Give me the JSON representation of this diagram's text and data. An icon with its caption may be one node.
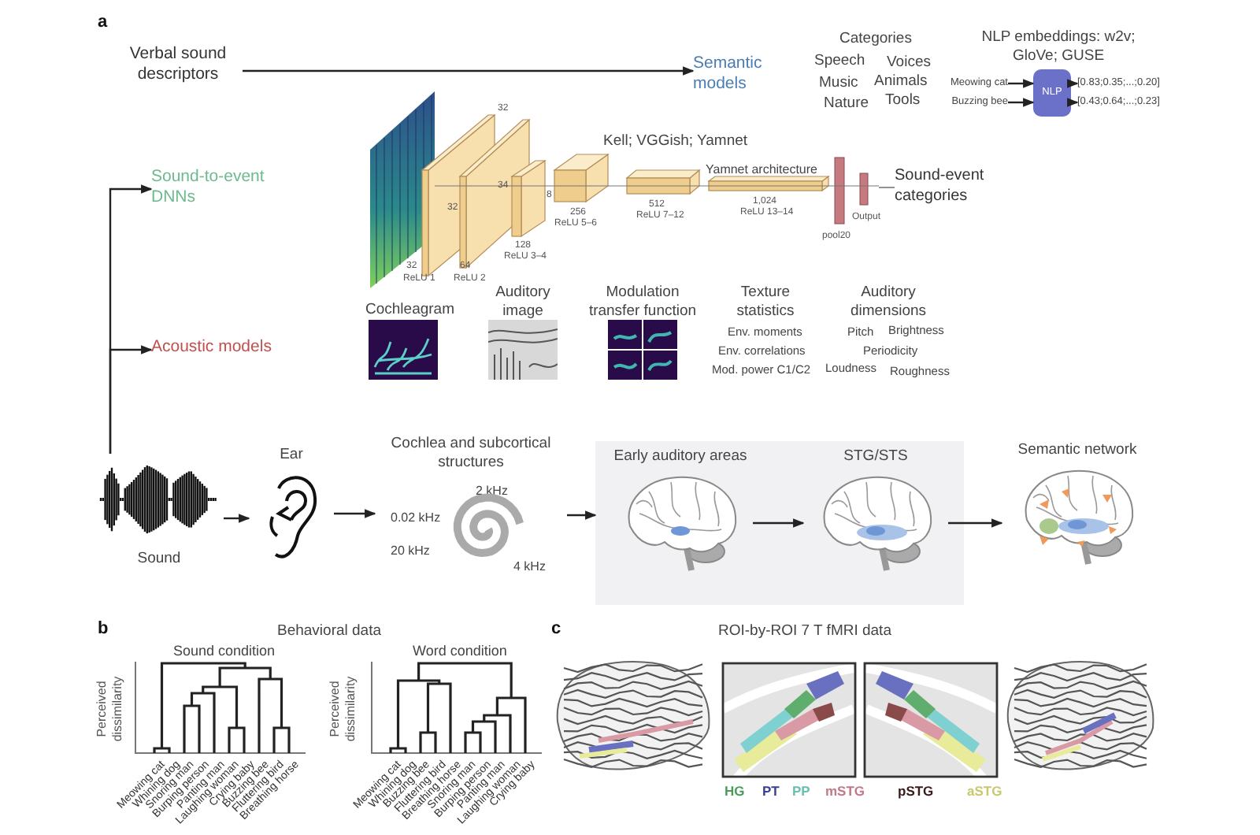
{
  "diagram": {
    "nodes": [
      {
        "text": [
          "Verbal sound descriptors"
        ]
      },
      {
        "text": [
          "Semantic models"
        ]
      },
      {
        "text": [
          "Meowing cat"
        ]
      },
      {
        "text": [
          "Buzzing bee"
        ]
      },
      {
        "text": [
          "NLP"
        ]
      },
      {
        "text": [
          "[0.83;0.35;...;0.20]"
        ]
      },
      {
        "text": [
          "[0.43;0.64;...;0.23]"
        ]
      },
      {
        "text": [
          "Sound-to-event DNNs"
        ]
      },
      {
        "text": [],
        "shape": "picture"
      },
      {
        "text": [
          "Sound-event categories"
        ]
      },
      {
        "text": [
          "Acoustic models"
        ]
      },
      {
        "text": [
          "Sound"
        ]
      },
      {
        "text": [
          "Ear"
        ]
      },
      {
        "text": [
          "Cochlea and subcortical structures",
          "2 kHz",
          "0.02 kHz",
          "20 kHz",
          "4 kHz"
        ]
      },
      {
        "text": [],
        "shape": "box"
      },
      {
        "text": [
          "Early auditory areas"
        ],
        "in": 14
      },
      {
        "text": [
          "STG/STS"
        ],
        "in": 14
      },
      {
        "text": [
          "Semantic network"
        ]
      }
    ],
    "edges": [
      {
        "from": 0,
        "to": 1,
        "arrow": "to"
      },
      {
        "from": 2,
        "to": 4,
        "arrow": "to"
      },
      {
        "from": 3,
        "to": 4,
        "arrow": "to"
      },
      {
        "from": 4,
        "to": 5,
        "arrow": "to"
      },
      {
        "from": 4,
        "to": 6,
        "arrow": "to"
      },
      {
        "from": 8,
        "to": 9,
        "arrow": "none"
      },
      {
        "from": 11,
        "to": 7,
        "arrow": "to"
      },
      {
        "from": 11,
        "to": 10,
        "arrow": "to"
      },
      {
        "from": 11,
        "to": 12,
        "arrow": "to"
      },
      {
        "from": 12,
        "to": 13,
        "arrow": "to"
      },
      {
        "from": 13,
        "to": 14,
        "arrow": "to"
      },
      {
        "from": 15,
        "to": 16,
        "arrow": "to"
      },
      {
        "from": 16,
        "to": 17,
        "arrow": "to"
      }
    ],
    "labels": [
      "a",
      "Categories",
      "Speech",
      "Voices",
      "Music",
      "Animals",
      "Nature",
      "Tools",
      "NLP embeddings: w2v; GloVe; GUSE",
      "Kell; VGGish; Yamnet",
      "Yamnet architecture",
      "32",
      "32",
      "32",
      "ReLU 1",
      "64",
      "ReLU 2",
      "34",
      "128",
      "ReLU 3–4",
      "8",
      "256",
      "ReLU 5–6",
      "512",
      "ReLU 7–12",
      "1,024",
      "ReLU 13–14",
      "pool20",
      "Output",
      "Cochleagram",
      "Auditory image",
      "Modulation transfer function",
      "Texture statistics",
      "Env. moments",
      "Env. correlations",
      "Mod. power C1/C2",
      "Auditory dimensions",
      "Pitch",
      "Brightness",
      "Periodicity",
      "Loudness",
      "Roughness",
      "b",
      "Behavioral data",
      "Sound condition",
      "Word condition",
      "Perceived dissimilarity",
      "Meowing cat",
      "Whining dog",
      "Snoring man",
      "Burping person",
      "Panting man",
      "Laughing woman",
      "Crying baby",
      "Buzzing bee",
      "Fluttering bird",
      "Breathing horse",
      "Perceived dissimilarity",
      "Meowing cat",
      "Whining dog",
      "Buzzing bee",
      "Fluttering bird",
      "Breathing horse",
      "Snoring man",
      "Burping person",
      "Panting man",
      "Laughing woman",
      "Crying baby",
      "c",
      "ROI-by-ROI 7 T fMRI data",
      "HG",
      "PT",
      "PP",
      "mSTG",
      "pSTG",
      "aSTG"
    ]
  }
}
